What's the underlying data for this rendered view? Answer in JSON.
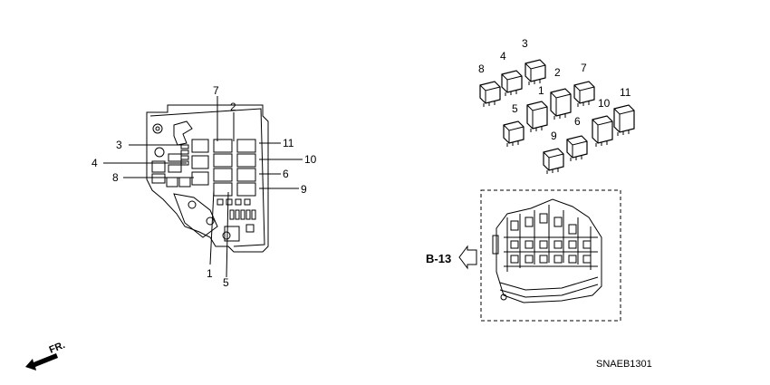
{
  "diagram": {
    "fuse_box_callouts": {
      "c7": "7",
      "c2": "2",
      "c3": "3",
      "c4": "4",
      "c8": "8",
      "c11": "11",
      "c10": "10",
      "c6": "6",
      "c9": "9",
      "c1": "1",
      "c5": "5"
    },
    "relay_callouts": {
      "r3": "3",
      "r4": "4",
      "r8": "8",
      "r2": "2",
      "r7": "7",
      "r1": "1",
      "r11": "11",
      "r10": "10",
      "r5": "5",
      "r6": "6",
      "r9": "9"
    },
    "reference_label": "B-13",
    "direction_label": "FR.",
    "diagram_code": "SNAEB1301"
  }
}
